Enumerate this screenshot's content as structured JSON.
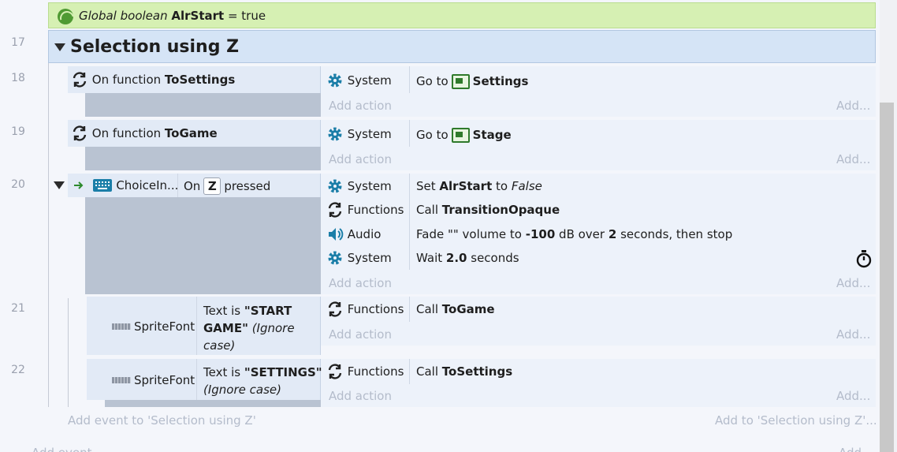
{
  "global_var": {
    "prefix": "Global boolean",
    "name": "AlrStart",
    "suffix": "= true"
  },
  "group": {
    "line": "17",
    "title": "Selection using Z"
  },
  "events": {
    "e18": {
      "line": "18",
      "prefix": "On function",
      "fname": "ToSettings",
      "action": {
        "object": "System",
        "text_pre": "Go to",
        "target": "Settings"
      }
    },
    "e19": {
      "line": "19",
      "prefix": "On function",
      "fname": "ToGame",
      "action": {
        "object": "System",
        "text_pre": "Go to",
        "target": "Stage"
      }
    },
    "e20": {
      "line": "20",
      "object": "ChoiceIn...",
      "cond_pre": "On",
      "key": "Z",
      "cond_post": "pressed",
      "actions": [
        {
          "object": "System",
          "parts": [
            "Set ",
            "AlrStart",
            " to ",
            "False"
          ]
        },
        {
          "object": "Functions",
          "parts": [
            "Call ",
            "TransitionOpaque"
          ]
        },
        {
          "object": "Audio",
          "parts": [
            "Fade \"\" volume to ",
            "-100",
            " dB over ",
            "2",
            " seconds, then stop"
          ]
        },
        {
          "object": "System",
          "parts": [
            "Wait ",
            "2.0",
            " seconds"
          ]
        }
      ]
    },
    "e21": {
      "line": "21",
      "object": "SpriteFont",
      "cond_l1_pre": "Text is",
      "cond_l1_val": "\"START",
      "cond_l2_val": "GAME\"",
      "cond_l2_post": "(Ignore",
      "cond_l3": "case)",
      "action": {
        "object": "Functions",
        "pre": "Call",
        "fname": "ToGame"
      }
    },
    "e22": {
      "line": "22",
      "object": "SpriteFont",
      "cond_l1_pre": "Text is",
      "cond_l1_val": "\"SETTINGS\"",
      "cond_l2": "(Ignore case)",
      "action": {
        "object": "Functions",
        "pre": "Call",
        "fname": "ToSettings"
      }
    }
  },
  "labels": {
    "add_action": "Add action",
    "add_short": "Add...",
    "add_event_to": "Add event to 'Selection using Z'",
    "add_to": "Add to 'Selection using Z'...",
    "add_event": "Add event",
    "add_bottom": "Add..."
  },
  "icons": {
    "globe": "globe-icon",
    "gear": "gear-icon",
    "loop": "function-loop-icon",
    "keyboard": "keyboard-icon",
    "audio": "speaker-icon",
    "timer": "stopwatch-icon",
    "scene": "layout-icon",
    "spritefont": "spritefont-icon",
    "arrow": "trigger-arrow-icon"
  },
  "colors": {
    "global_bg": "#d6f0b3",
    "group_bg": "#d5e4f6",
    "gear": "#1b7ea8",
    "scene": "#2f7a2b"
  }
}
